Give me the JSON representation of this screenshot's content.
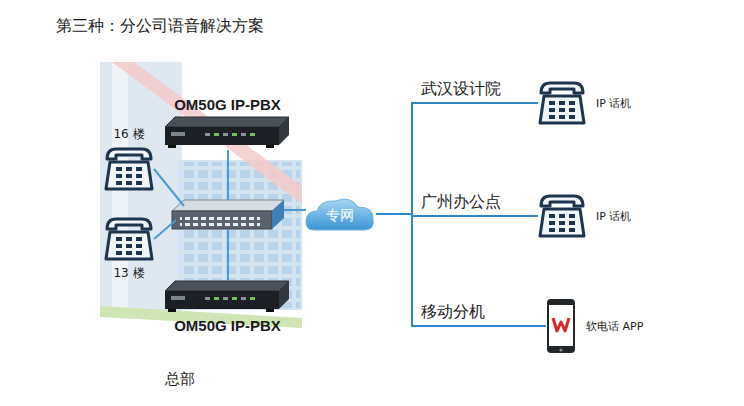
{
  "diagram": {
    "title": "第三种：分公司语音解决方案",
    "nodes": [
      {
        "text": [
          "OM50G IP-PBX"
        ]
      },
      {
        "text": [
          "16 楼"
        ]
      },
      {
        "text": [
          "13 楼"
        ]
      },
      {
        "text": [
          "OM50G IP-PBX"
        ]
      },
      {
        "text": [
          "专网"
        ]
      },
      {
        "text": [
          "IP 话机"
        ]
      },
      {
        "text": [
          "IP 话机"
        ]
      },
      {
        "text": [
          "软电话 APP"
        ]
      }
    ],
    "edges": [
      {
        "from": 4,
        "to": 5,
        "arrow": "none",
        "label": "武汉设计院"
      },
      {
        "from": 4,
        "to": 6,
        "arrow": "none",
        "label": "广州办公点"
      },
      {
        "from": 4,
        "to": 7,
        "arrow": "none",
        "label": "移动分机"
      }
    ],
    "labels": [
      "总部"
    ]
  }
}
